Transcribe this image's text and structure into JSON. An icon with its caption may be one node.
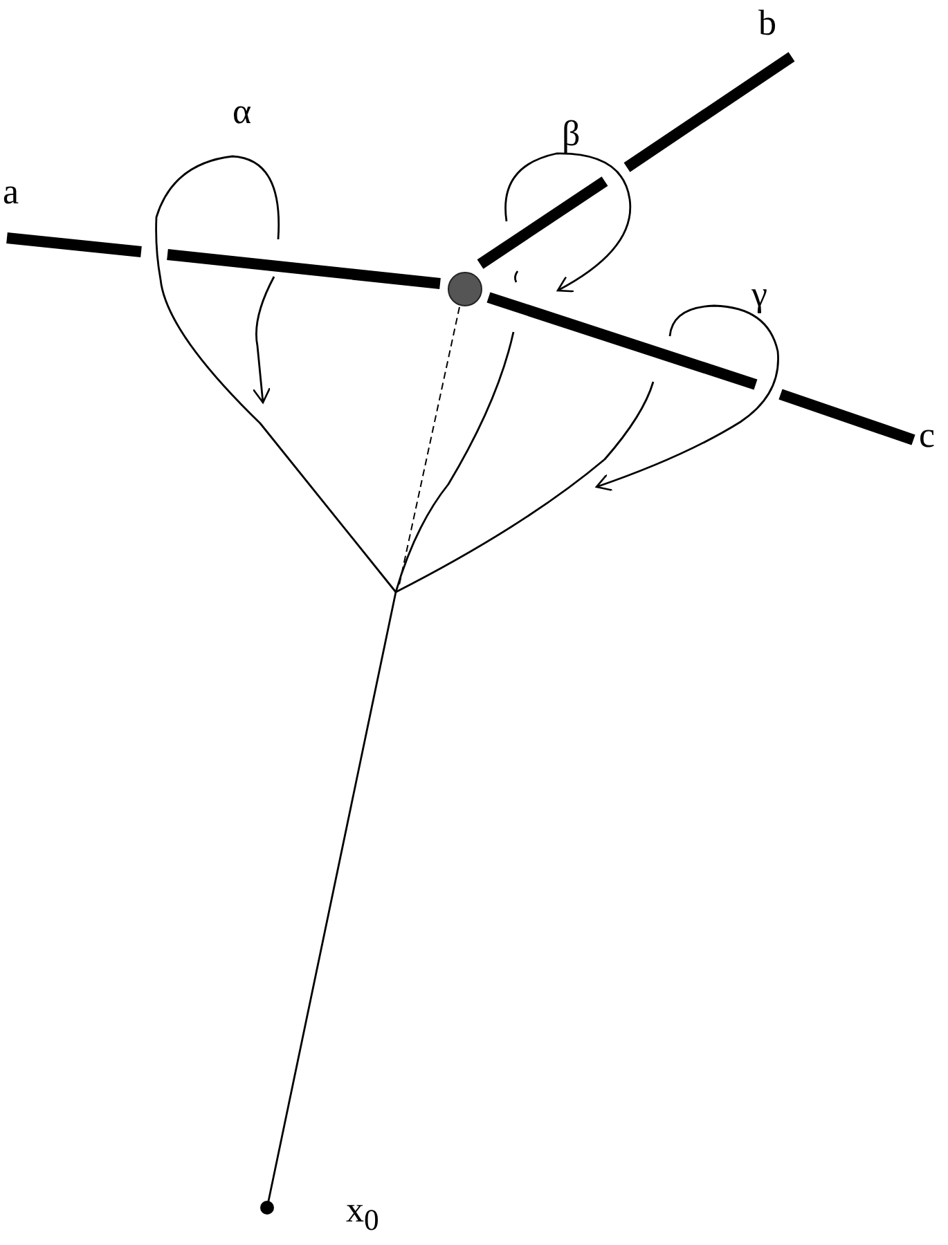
{
  "diagram": {
    "labels": [
      "α",
      "β",
      "b",
      "a",
      "γ",
      "c",
      "x$_{0}$"
    ]
  }
}
